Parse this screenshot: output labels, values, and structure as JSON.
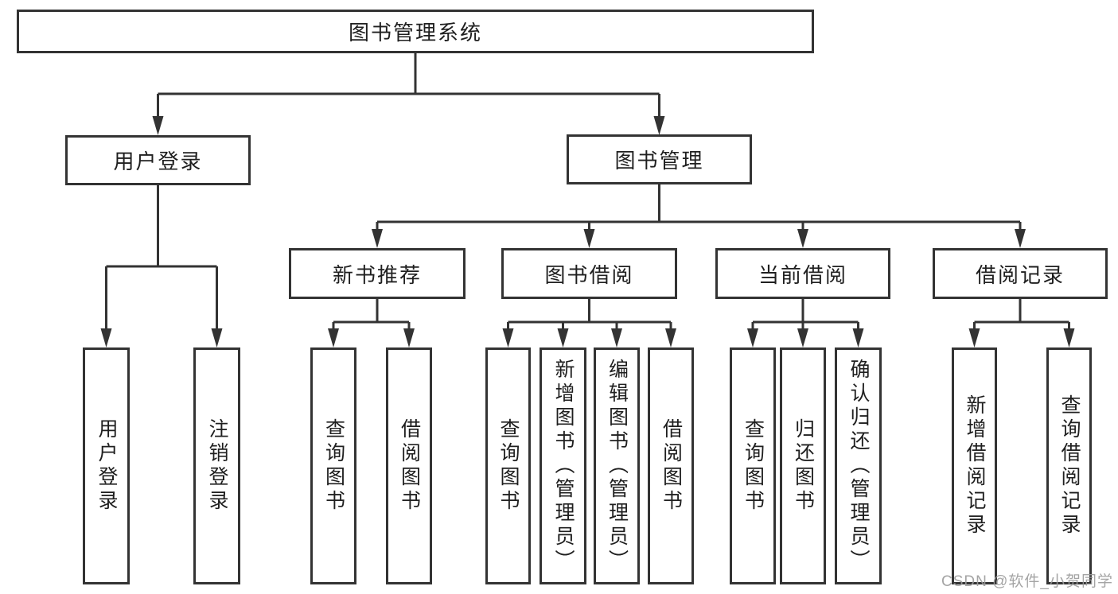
{
  "tree": {
    "label": "图书管理系统",
    "children": [
      {
        "label": "用户登录",
        "children": [
          {
            "label": "用户登录"
          },
          {
            "label": "注销登录"
          }
        ]
      },
      {
        "label": "图书管理",
        "children": [
          {
            "label": "新书推荐",
            "children": [
              {
                "label": "查询图书"
              },
              {
                "label": "借阅图书"
              }
            ]
          },
          {
            "label": "图书借阅",
            "children": [
              {
                "label": "查询图书"
              },
              {
                "label": "新增图书（管理员）"
              },
              {
                "label": "编辑图书（管理员）"
              },
              {
                "label": "借阅图书"
              }
            ]
          },
          {
            "label": "当前借阅",
            "children": [
              {
                "label": "查询图书"
              },
              {
                "label": "归还图书"
              },
              {
                "label": "确认归还（管理员）"
              }
            ]
          },
          {
            "label": "借阅记录",
            "children": [
              {
                "label": "新增借阅记录"
              },
              {
                "label": "查询借阅记录"
              }
            ]
          }
        ]
      }
    ]
  },
  "watermark": {
    "text": "CSDN @软件_小贺同学"
  },
  "colors": {
    "line": "#333333",
    "box_border": "#333333",
    "text": "#1f1f1f",
    "watermark": "#9d9d9d",
    "background": "#ffffff"
  }
}
